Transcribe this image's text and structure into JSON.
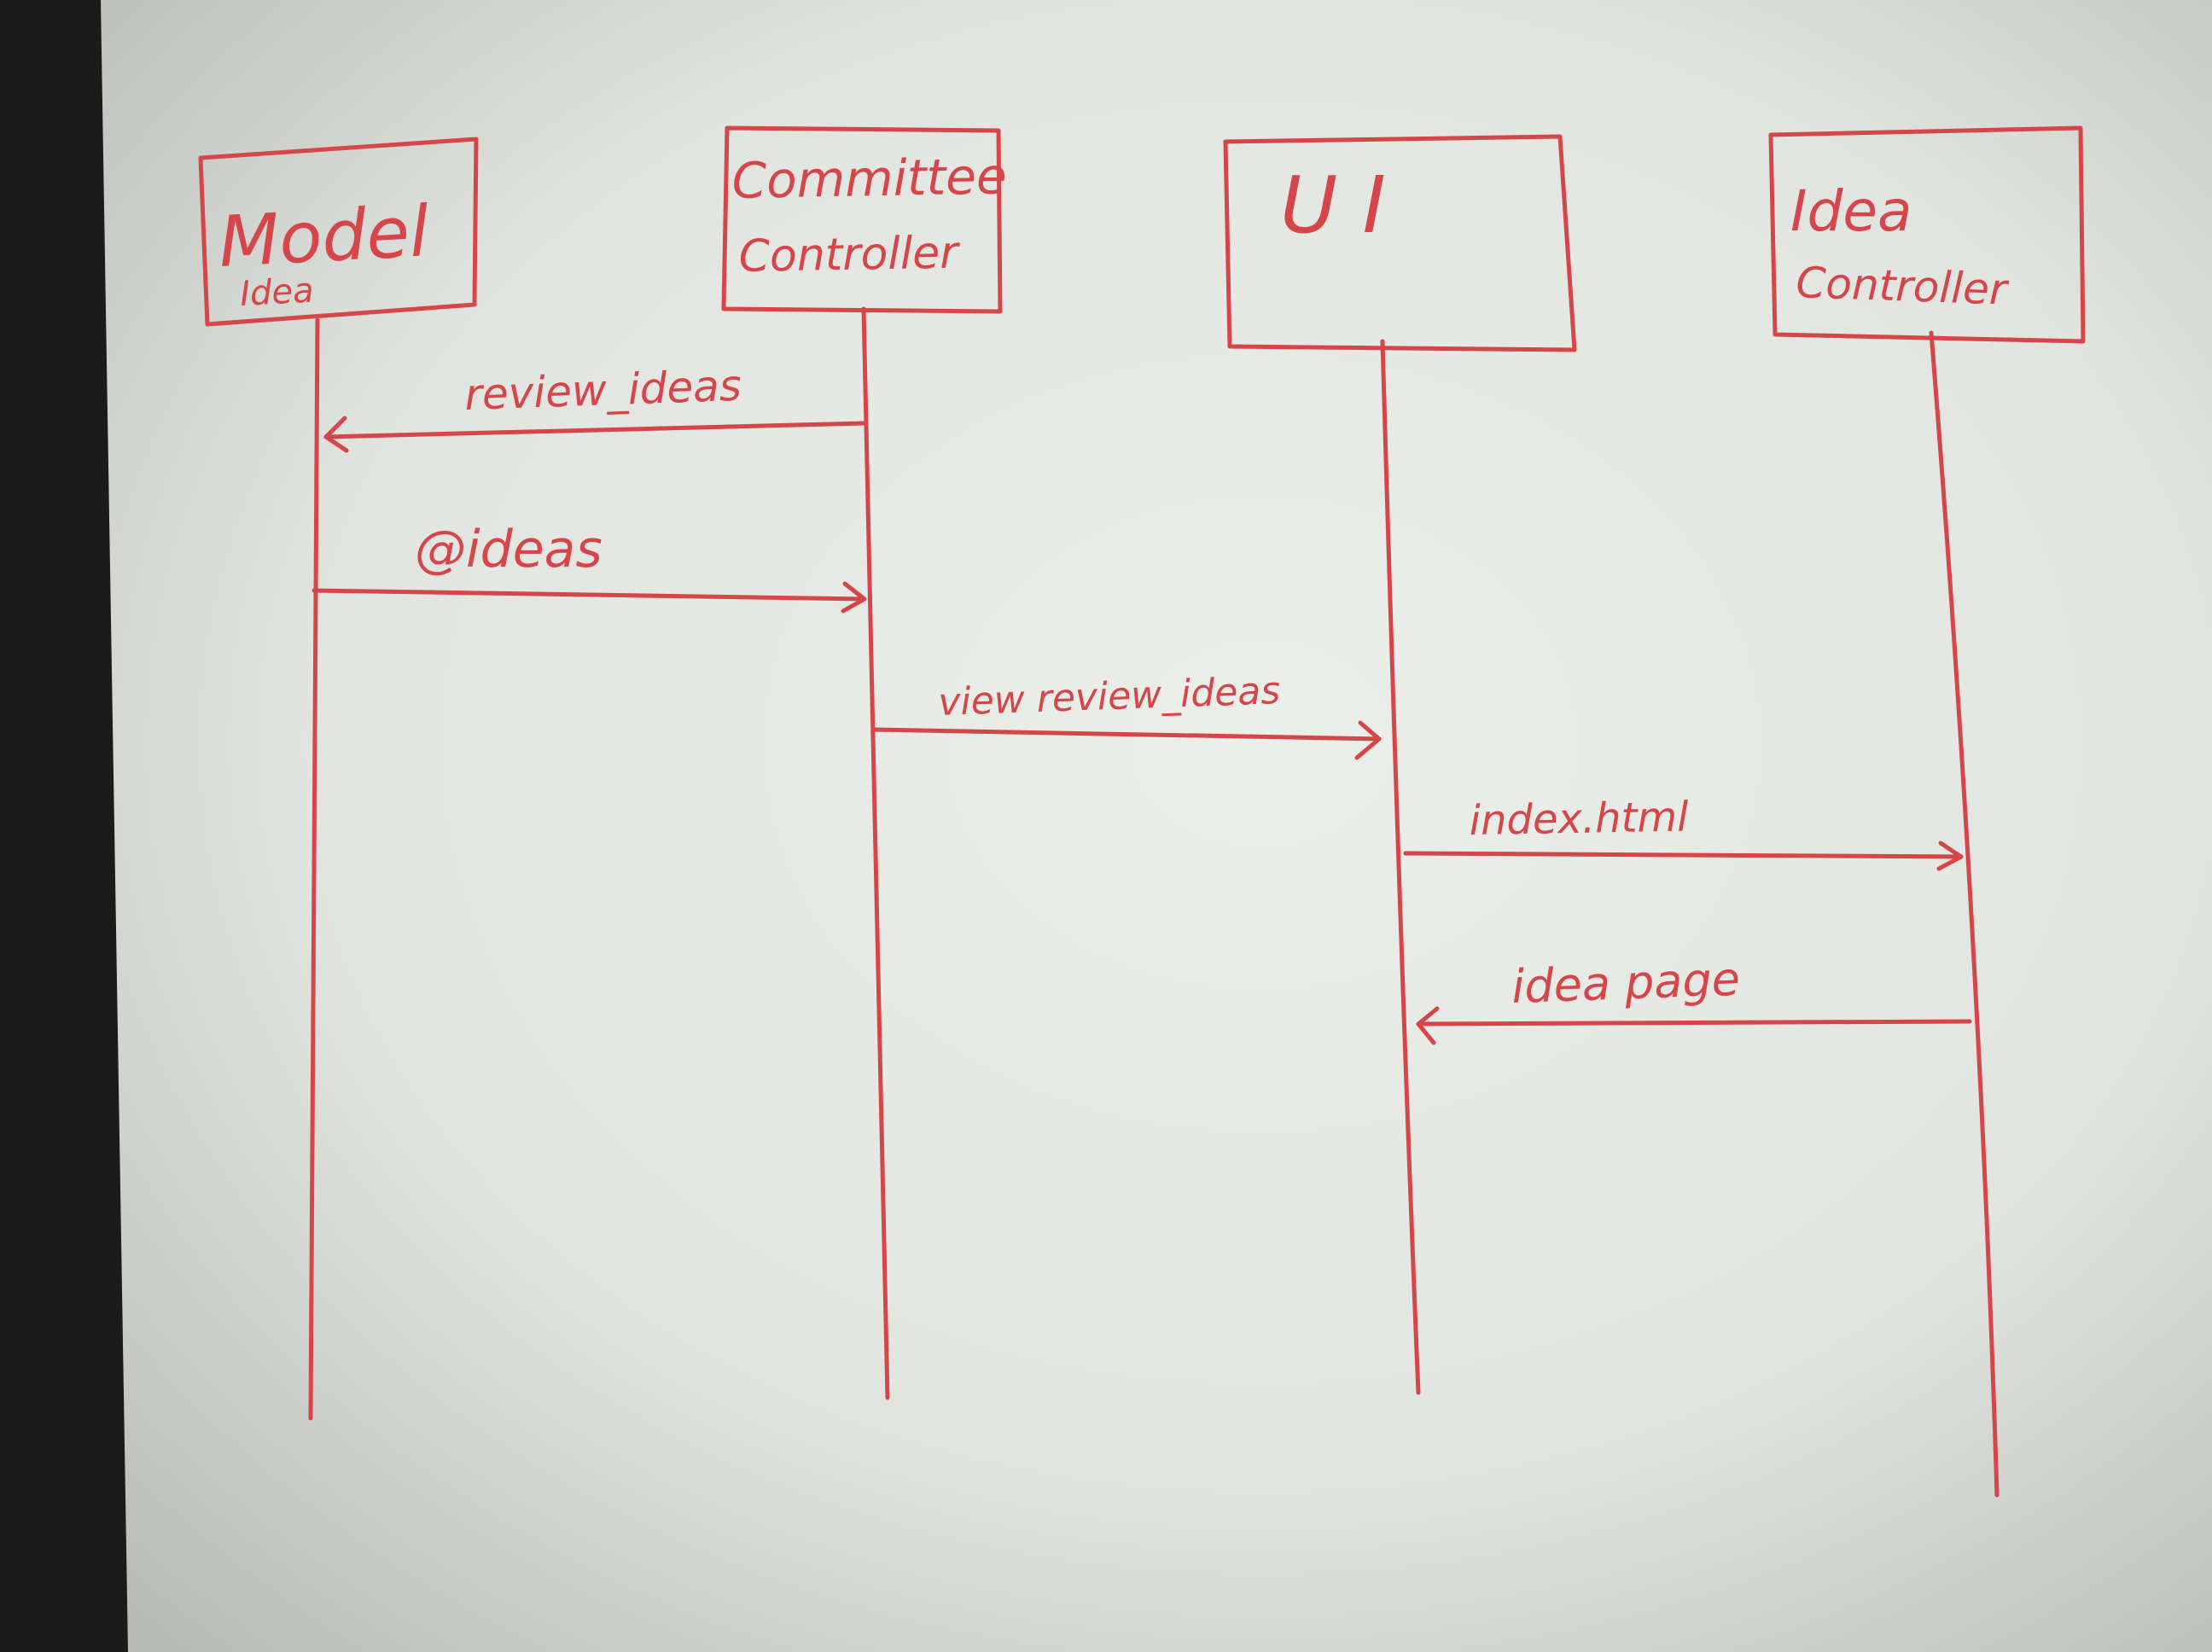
{
  "participants": [
    {
      "id": "model",
      "title": "Model",
      "subtitle": "Idea"
    },
    {
      "id": "committee",
      "title": "Committee",
      "subtitle": "Controller"
    },
    {
      "id": "ui",
      "title": "U I",
      "subtitle": ""
    },
    {
      "id": "idea",
      "title": "Idea",
      "subtitle": "Controller"
    }
  ],
  "messages": [
    {
      "label": "review_ideas",
      "from": "committee",
      "to": "model"
    },
    {
      "label": "@ideas",
      "from": "model",
      "to": "committee"
    },
    {
      "label": "view review_ideas",
      "from": "committee",
      "to": "ui"
    },
    {
      "label": "index.html",
      "from": "ui",
      "to": "idea"
    },
    {
      "label": "idea page",
      "from": "idea",
      "to": "ui"
    }
  ],
  "colors": {
    "ink": "#d4464a",
    "paper": "#e4e5e1",
    "background": "#1b1b1b"
  }
}
